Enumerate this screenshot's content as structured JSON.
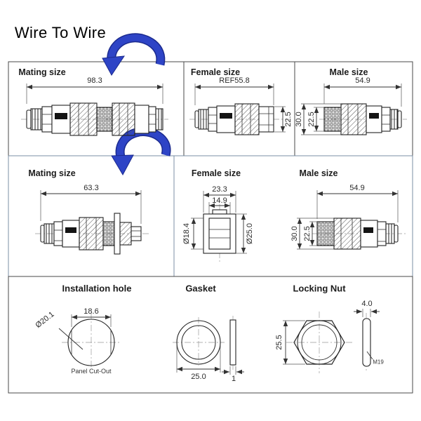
{
  "title": "Wire To Wire",
  "colors": {
    "arrow": "#2e44c6",
    "arrow_dark": "#1b2a8e"
  },
  "row1": {
    "mating": {
      "label": "Mating size",
      "length": "98.3"
    },
    "female": {
      "label": "Female size",
      "length": "REF55.8",
      "front_height": "22.5"
    },
    "male": {
      "label": "Male size",
      "length": "54.9",
      "outer_height": "30.0",
      "inner_height": "22.5"
    }
  },
  "row2": {
    "mating": {
      "label": "Mating size",
      "length": "63.3"
    },
    "female": {
      "label": "Female size",
      "outer_width": "23.3",
      "inner_width": "14.9",
      "inner_dia": "Ø18.4",
      "outer_dia": "Ø25.0"
    },
    "male": {
      "label": "Male size",
      "length": "54.9",
      "outer_height": "30.0",
      "inner_height": "22.5"
    }
  },
  "row3": {
    "installation_hole": {
      "label": "Installation hole",
      "hole_dia": "Ø20.1",
      "flat_width": "18.6",
      "caption": "Panel Cut-Out"
    },
    "gasket": {
      "label": "Gasket",
      "outer_dia": "25.0",
      "thickness": "1"
    },
    "locking_nut": {
      "label": "Locking Nut",
      "thickness": "4.0",
      "height": "25.5",
      "thread": "M19"
    }
  }
}
